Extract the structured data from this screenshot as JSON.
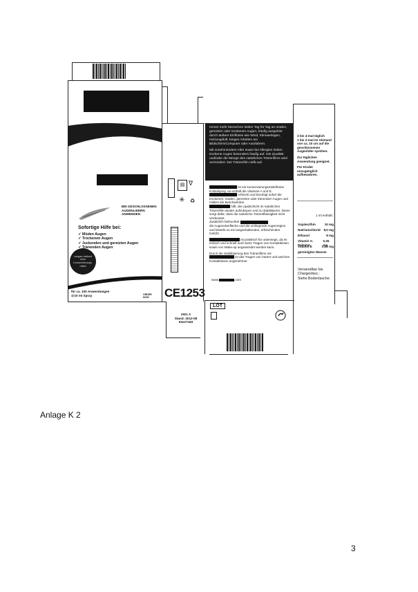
{
  "front_panel": {
    "target_lines": [
      "BEI GESCHLOSSENEN",
      "AUGENLIDERN",
      "ANWENDEN"
    ],
    "headline": "Sofortige Hilfe bei:",
    "benefits": [
      "Müden Augen",
      "Trockenen Augen",
      "Juckenden und gereizten Augen",
      "Tränenden Augen"
    ],
    "badge_text": "Langan-haltend ohne Konservierungs-mittel",
    "footer_left": "für ca. 100 Anwendungen",
    "footer_left_2": "@10 ml Spray",
    "footer_right": "ORDER NOW"
  },
  "side_panel": {
    "ce_mark": "CE1253",
    "code": "1921 A",
    "stand": "Stand: 2012-08",
    "dims": "53x27x83"
  },
  "back_panel": {
    "intro_para": "Immer mehr Menschen leiden Tag für Tag an müden, gereizten oder trockenen Augen, häufig ausgelöst durch äußere Einflüsse wie Wind, Klimaanlagen, Heizungsluft, langes Arbeiten am Bildschirm/Computer oder Autofahren.",
    "second_para": "Mit zunehmendem Alter sowie bei Allergien leiden trockene Augen besonders häufig auf. Die Qualität und/oder die Menge des natürlichen Tränenfilms wird vermindert. Der Tränenfilm reißt auf.",
    "desc_1": "ist ein konservierungsmittelfreies Kollodspray, es enthält die Vitamine A und E.",
    "desc_2": "erfrischt und beruhigt sofort die trockenen, müden, gereizten oder tränenden Augen und mildert die Beschwerden.",
    "desc_3": "hilft, die Lipidschicht im natürlichen Tränenfilm wieder aufzubauen und zu stabilisieren. Diese sorgt dafür, dass die natürliche Tränenflüssigkeit nicht verdunstet.",
    "desc_4": "Zusätzlich befeuchtet",
    "desc_5": "die Augenoberfläche und die umliegende Augenregion und bewirkt so ein langanhaltendes, erfrischendes Gefühl.",
    "desc_6": "ist praktisch für unterwegs, da es einfach und schnell auch beim Tragen von Kontaktlinsen sowie von Make-up angewendet werden kann.",
    "desc_7": "Durch die Stabilisierung des Tränenfilms mit",
    "desc_8": "ist das Tragen von harten und weichen Kontaktlinsen angenehmer.",
    "website": "www.",
    "website_end": ".com",
    "lot": "LOT"
  },
  "right_panel": {
    "dosage_1": "3 bis 4-mal täglich",
    "dosage_2": "1 bis 2-mal im Abstand von ca. 10 cm auf die geschlossenen Augenlider sprühen.",
    "dosage_3": "Zur täglichen Anwendung geeignet.",
    "dosage_4": "Für Kinder unzugänglich aufbewahren.",
    "table_header": "1 ml enthält:",
    "ingredients": [
      {
        "name": "Sojalecithin",
        "value": "10 mg"
      },
      {
        "name": "Natriumchlorid",
        "value": "8,0 mg"
      },
      {
        "name": "Ethanol",
        "value": "8 mg"
      },
      {
        "name": "Vitamin A-Palmitat",
        "value": "0,25 mg"
      },
      {
        "name": "Vitamin E",
        "value": "0,02 mg"
      },
      {
        "name": "gereinigtes Wasser",
        "value": ""
      }
    ],
    "expiry_1": "Verwendbar bis",
    "expiry_2": "Chargenbez.:",
    "expiry_3": "Siehe Bodenlasche."
  },
  "page": {
    "annex_label": "Anlage K 2",
    "page_number": "3"
  }
}
